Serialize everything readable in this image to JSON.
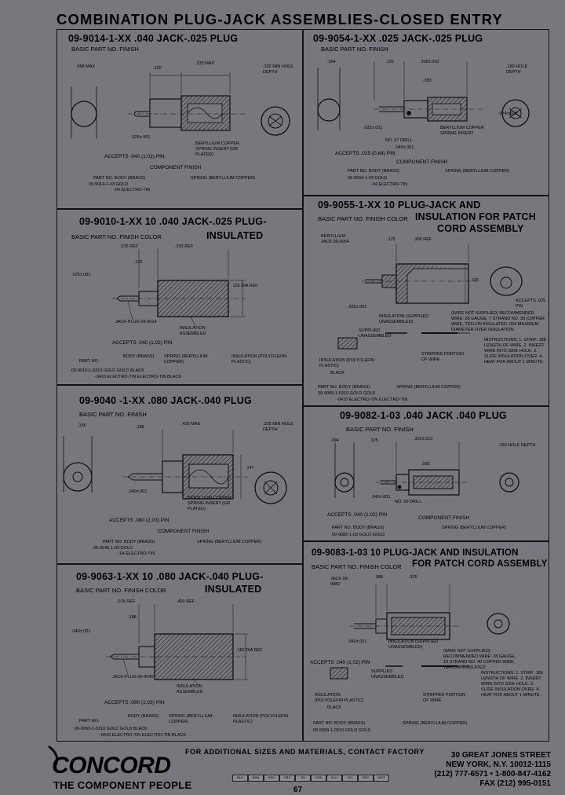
{
  "page": {
    "title": "COMBINATION PLUG-JACK ASSEMBLIES-CLOSED ENTRY",
    "page_number": "67"
  },
  "footer": {
    "note": "FOR ADDITIONAL SIZES AND MATERIALS, CONTACT FACTORY",
    "brand": "CONCORD",
    "tagline": "THE COMPONENT PEOPLE",
    "address_line1": "30 GREAT JONES STREET",
    "address_line2": "NEW YORK, N.Y. 10012-1115",
    "phone": "(212) 777-6571  •  1-800-847-4162",
    "fax": "FAX (212) 995-0151"
  },
  "panels": {
    "p9014": {
      "title": "09-9014-1-XX .040 JACK-.025 PLUG",
      "sub": "BASIC PART NO.   FINISH",
      "dim1": ".098 MAX",
      ".dim2": ".120",
      "dim2": ".120",
      "dim3": ".233 MAX",
      "dim4": ".025±.001",
      "hole": ".182 MIN HOLE DEPTH",
      "note1": "BERYLLIUM COPPER SPRING INSERT (GR PLATED)",
      "accepts": "ACCEPTS .040 (1,02) PIN",
      "finish_title": "COMPONENT FINISH",
      "col1": "PART NO.   BODY (BRASS)",
      "col2": "SPRING (BERYLLIUM COPPER)",
      "row1": "09-9014-1-03   GOLD",
      "row2": "-04   ELECTRO-TIN"
    },
    "p9054": {
      "title": "09-9054-1-XX .025 JACK-.025 PLUG",
      "sub": "BASIC PART NO.   FINISH",
      "dim1": ".094",
      "dim2": ".125",
      "dim3": ".306±.010",
      "dim4": ".053",
      "hole": ".180 HOLE DEPTH",
      "dim5": ".074±.010",
      "dim6": ".025±.001",
      "drill": "NO. 57 DRILL",
      "note1": "BERYLLIUM COPPER SPRING INSERT",
      "dim7": ".045±.001",
      "accepts": "ACCEPTS .025 (0,64) PIN",
      "finish_title": "COMPONENT FINISH",
      "col1": "PART NO.   BODY (BRASS)",
      "col2": "SPRING (BERYLLIUM COPPER)",
      "row1": "09-9054-1-03   GOLD",
      "row2": "-04   ELECTRO-TIN"
    },
    "p9010": {
      "title": "09-9010-1-XX 10 .040 JACK-.025 PLUG-",
      "title2": "INSULATED",
      "sub": "BASIC PART NO.  FINISH  COLOR",
      "dim1": ".015 REF",
      "dim2": ".203 REF",
      "dim3": ".125",
      "dim4": ".025±.001",
      "dim5": ".126 DIA REF",
      "label1": "JACK-PLUG 09-9014",
      "label2": "INSULATION ASSEMBLED",
      "accepts": "ACCEPTS .040 (1,02) PIN",
      "col1": "PART NO.",
      "col2": "BODY (BRASS)",
      "col3": "SPRING (BERYLLIUM COPPER)",
      "col4": "INSULATION (POLYOLEFIN PLASTIC)",
      "row1": "09-9010-1-0310   GOLD   GOLD   BLACK",
      "row2": "-0410   ELECTRO-TIN   ELECTRO-TIN   BLACK"
    },
    "p9055": {
      "title": "09-9055-1-XX 10 PLUG-JACK AND",
      "title2": "INSULATION FOR PATCH",
      "title3": "CORD ASSEMBLY",
      "sub": "BASIC PART NO.  FINISH  COLOR",
      "dim1": ".306 REF",
      "dim2": ".125",
      "dim3": ".126",
      "dim4": ".025±.001",
      "label1": "BERYLLIUM JACK 09-9054",
      "label2": "INSULATION (SUPPLIED UNASSEMBLED)",
      "label3": "SUPPLIED UNASSEMBLED",
      "label4": "STRIPPED PORTION OF WIRE",
      "note1": "(WIRE NOT SUPPLIED) RECOMMENDED WIRE: 28 GAUGE, 7 STRAND NO. 36 COPPER WIRE, TEFLON INSULATED .054 MAXIMUM DIAMETER OVER INSULATION",
      "instr": "INSTRUCTIONS: 1. STRIP .188 LENGTH OF WIRE. 2. INSERT WIRE INTO SIDE HOLE. 3. SLIDE INSULATION OVER. 4. HEAT FOR ABOUT 1 MINUTE.",
      "accepts": "ACCEPTS .025 PIN",
      "col1": "PART NO.   BODY (BRASS)",
      "col2": "SPRING (BERYLLIUM COPPER)",
      "row1": "09-9055-1-0310  GOLD  GOLD",
      "row2": "-0410  ELECTRO-TIN  ELECTRO-TIN",
      "ins_label": "INSULATION (POLYOLEFIN PLASTIC)",
      "ins_color": "BLACK"
    },
    "p9040": {
      "title": "09-9040 -1-XX .080 JACK-.040 PLUG",
      "sub": "BASIC PART NO.   FINISH",
      "dim1": ".156",
      "dim2": ".188",
      "dim3": ".425 MAX",
      "dim4": ".040±.001",
      "hole": ".325 MIN HOLE DEPTH",
      "dim5": ".147",
      "note1": "BERYLLIUM COPPER SPRING INSERT (GR PLATED)",
      "accepts": "ACCEPTS .080 (2,03) PIN",
      "finish_title": "COMPONENT FINISH",
      "col1": "PART NO.   BODY (BRASS)",
      "col2": "SPRING (BERYLLIUM COPPER)",
      "row1": "09-9040-1-03   GOLD",
      "row2": "-04   ELECTRO-TIN"
    },
    "p9082": {
      "title": "09-9082-1-03 .040 JACK .040 PLUG",
      "sub": "BASIC PART NO.   FINISH",
      "dim1": ".094",
      "dim2": ".125",
      "dim3": ".325±.010",
      "dim4": ".093",
      "dim5": ".040±.001",
      "drill": "NO. 60 DRILL",
      "hole": ".160 HOLE DEPTH",
      "accepts": "ACCEPTS .040 (1,02) PIN",
      "finish_title": "COMPONENT FINISH",
      "col1": "PART NO.   BODY (BRASS)",
      "col2": "SPRING (BERYLLIUM COPPER)",
      "row1": "09-9082-1-03   GOLD   GOLD"
    },
    "p9063": {
      "title": "09-9063-1-XX 10 .080 JACK-.040 PLUG-",
      "title2": "INSULATED",
      "sub": "BASIC PART NO.  FINISH  COLOR",
      "dim1": ".015 REF",
      "dim2": ".400 REF",
      "dim3": ".188",
      "dim4": ".040±.001",
      "dim5": ".182 DIA REF",
      "label1": "JACK-PLUG 09-9040",
      "label2": "INSULATION ASSEMBLED",
      "accepts": "ACCEPTS .080 (2,03) PIN",
      "col1": "PART NO.",
      "col2": "BODY (BRASS)",
      "col3": "SPRING (BERYLLIUM COPPER)",
      "col4": "INSULATION (POLYOLEFIN PLASTIC)",
      "row1": "09-9063-1-0310  GOLD  GOLD  BLACK",
      "row2": "-0410  ELECTRO-TIN  ELECTRO-TIN  BLACK"
    },
    "p9083": {
      "title": "09-9083-1-03 10 PLUG-JACK AND INSULATION",
      "title2": "FOR PATCH CORD ASSEMBLY",
      "sub": "BASIC PART NO.  FINISH  COLOR",
      "dim1": ".188",
      "dim2": ".325",
      "dim3": ".040±.001",
      "label1": "JACK 09-9082",
      "label2": "INSULATION (SUPPLIED UNASSEMBLED)",
      "label3": "SUPPLIED UNASSEMBLED",
      "label4": "STRIPPED PORTION OF WIRE",
      "note1": "(WIRE NOT SUPPLIED) RECOMMENDED WIRE: 28 GAUGE, 19 STRAND NO. 40 COPPER WIRE, TEFLON INSULATED",
      "instr": "INSTRUCTIONS: 1. STRIP .188 LENGTH OF WIRE. 2. INSERT WIRE INTO SIDE HOLE. 3. SLIDE INSULATION OVER. 4. HEAT FOR ABOUT 1 MINUTE.",
      "accepts": "ACCEPTS .040 (1,02) PIN",
      "col1": "PART NO.   BODY (BRASS)",
      "col2": "SPRING (BERYLLIUM COPPER)",
      "row1": "09-9083-1-0310  GOLD  GOLD",
      "ins_label": "INSULATION (POLYOLEFIN PLASTIC)",
      "ins_color": "BLACK"
    }
  },
  "colorcode": [
    "BLK",
    "BRN",
    "RED",
    "ORG",
    "YEL",
    "GRN",
    "BLU",
    "VIO",
    "GRY",
    "WHT"
  ]
}
